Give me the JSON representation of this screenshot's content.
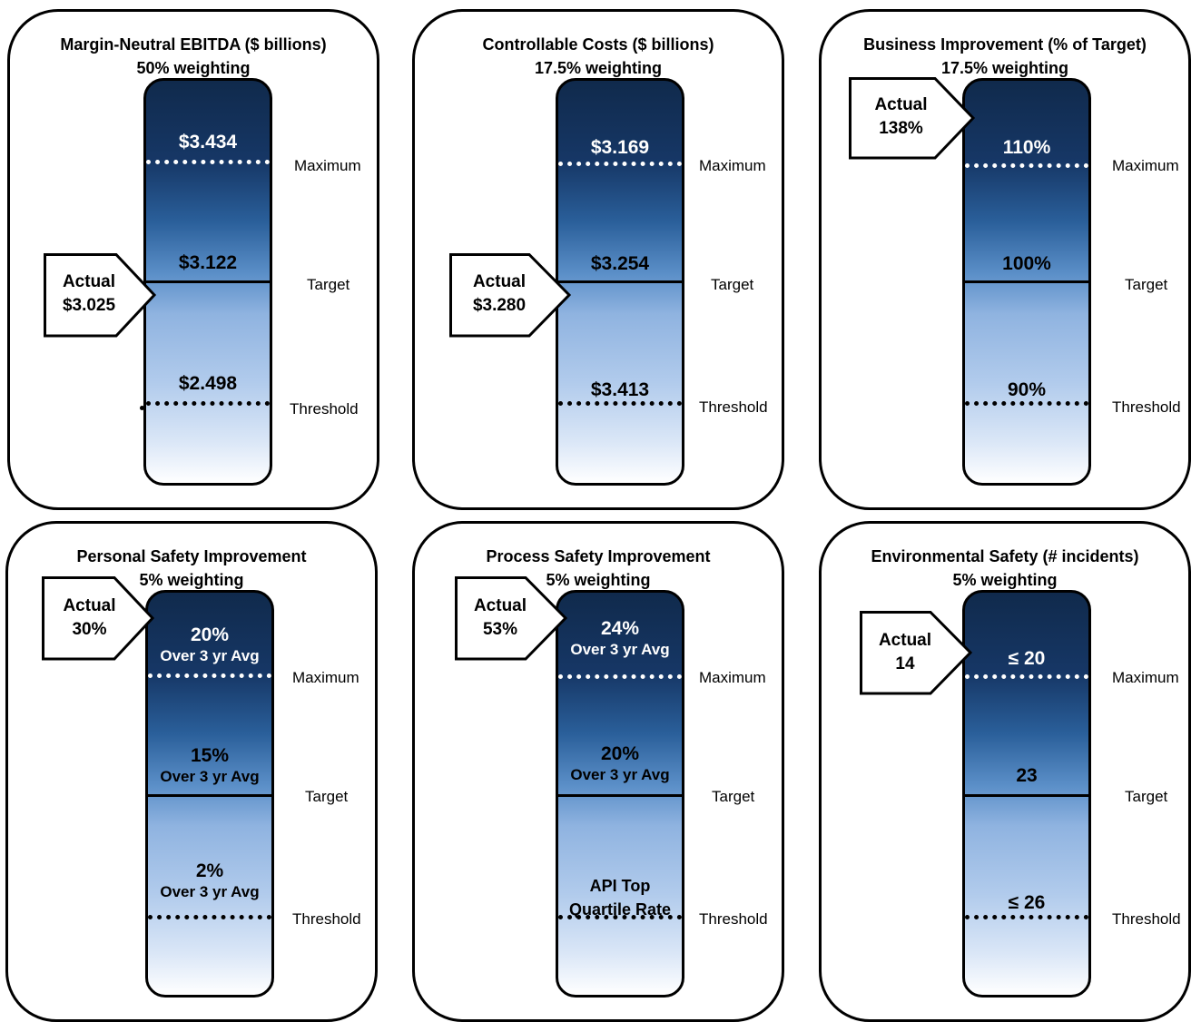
{
  "levels": {
    "maximum": "Maximum",
    "target": "Target",
    "threshold": "Threshold"
  },
  "colors": {
    "bar_top": "#102a4c",
    "bar_mid": "#5b8fc8",
    "bar_bottom": "#ffffff"
  },
  "panels": [
    {
      "title": "Margin-Neutral  EBITDA ($ billions)",
      "weight": "50% weighting",
      "max_value": "$3.434",
      "max_sub": "",
      "target_value": "$3.122",
      "target_sub": "",
      "threshold_value": "$2.498",
      "threshold_sub": "",
      "actual_label": "Actual",
      "actual_value": "$3.025"
    },
    {
      "title": "Controllable  Costs  ($ billions)",
      "weight": "17.5% weighting",
      "max_value": "$3.169",
      "max_sub": "",
      "target_value": "$3.254",
      "target_sub": "",
      "threshold_value": "$3.413",
      "threshold_sub": "",
      "actual_label": "Actual",
      "actual_value": "$3.280"
    },
    {
      "title": "Business  Improvement  (% of Target)",
      "weight": "17.5% weighting",
      "max_value": "110%",
      "max_sub": "",
      "target_value": "100%",
      "target_sub": "",
      "threshold_value": "90%",
      "threshold_sub": "",
      "actual_label": "Actual",
      "actual_value": "138%"
    },
    {
      "title": "Personal  Safety Improvement",
      "weight": "5% weighting",
      "max_value": "20%",
      "max_sub": "Over 3 yr Avg",
      "target_value": "15%",
      "target_sub": "Over 3 yr Avg",
      "threshold_value": "2%",
      "threshold_sub": "Over 3 yr Avg",
      "actual_label": "Actual",
      "actual_value": "30%"
    },
    {
      "title": "Process  Safety Improvement",
      "weight": "5% weighting",
      "max_value": "24%",
      "max_sub": "Over 3 yr Avg",
      "target_value": "20%",
      "target_sub": "Over 3 yr Avg",
      "threshold_value": "API Top",
      "threshold_sub": "Quartile  Rate",
      "actual_label": "Actual",
      "actual_value": "53%"
    },
    {
      "title": "Environmental  Safety (# incidents)",
      "weight": "5% weighting",
      "max_value": "≤ 20",
      "max_sub": "",
      "target_value": "23",
      "target_sub": "",
      "threshold_value": "≤ 26",
      "threshold_sub": "",
      "actual_label": "Actual",
      "actual_value": "14"
    }
  ]
}
